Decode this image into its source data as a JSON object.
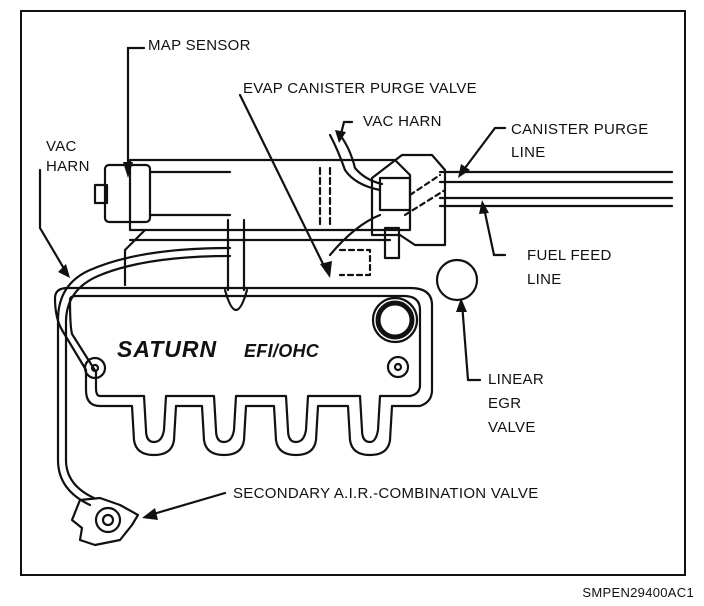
{
  "labels": {
    "map_sensor": "MAP SENSOR",
    "evap_purge_valve": "EVAP CANISTER PURGE VALVE",
    "vac_harn_top": "VAC HARN",
    "canister_purge_line_1": "CANISTER PURGE",
    "canister_purge_line_2": "LINE",
    "vac_harn_left_1": "VAC",
    "vac_harn_left_2": "HARN",
    "fuel_feed_line_1": "FUEL FEED",
    "fuel_feed_line_2": "LINE",
    "linear_egr_1": "LINEAR",
    "linear_egr_2": "EGR",
    "linear_egr_3": "VALVE",
    "secondary_air": "SECONDARY A.I.R.-COMBINATION VALVE"
  },
  "cover": {
    "brand": "SATURN",
    "model": "EFI/OHC"
  },
  "figure_code": "SMPEN29400AC1"
}
